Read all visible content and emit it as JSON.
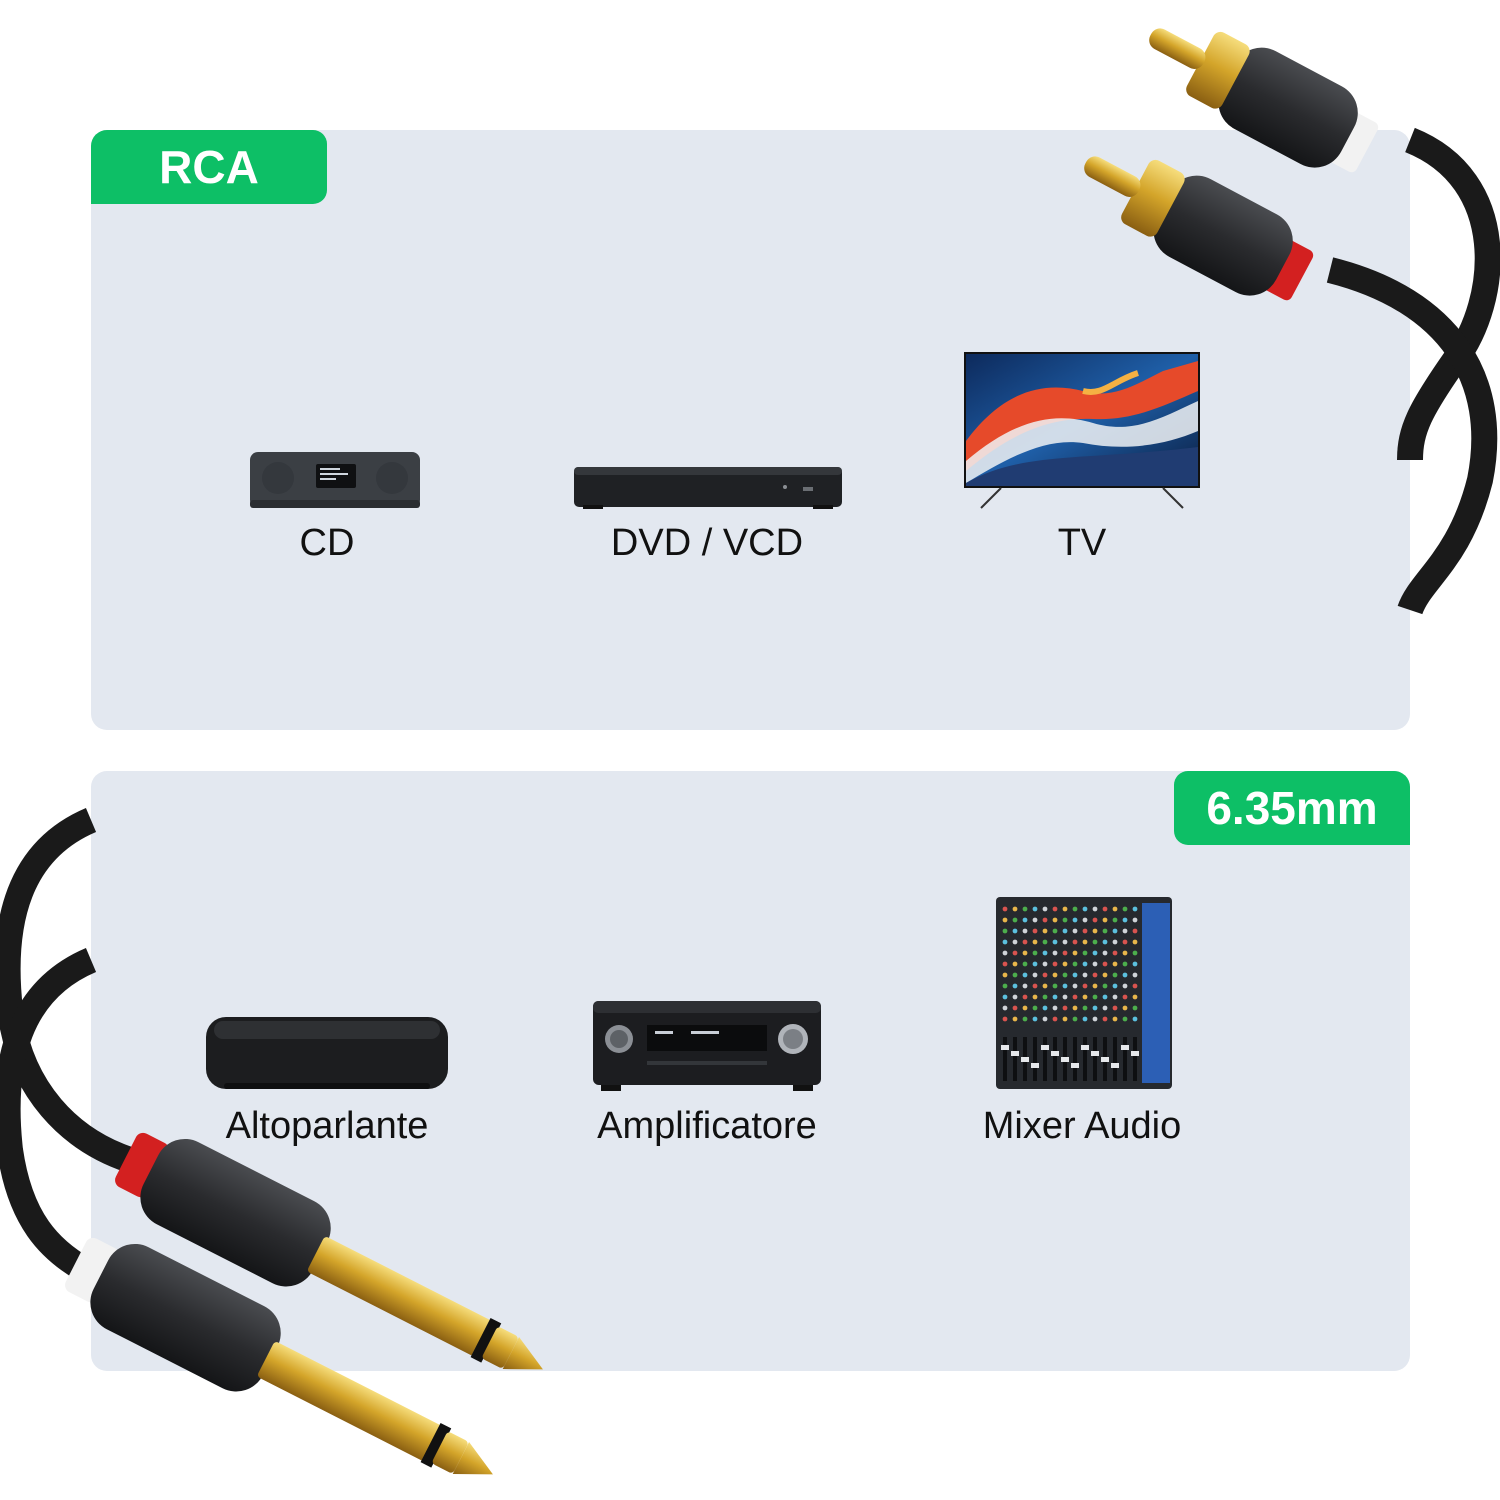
{
  "rca": {
    "tag": "RCA",
    "devices": [
      {
        "label": "CD",
        "icon": "cd-player-icon"
      },
      {
        "label": "DVD / VCD",
        "icon": "dvd-player-icon"
      },
      {
        "label": "TV",
        "icon": "tv-icon"
      }
    ]
  },
  "jack": {
    "tag": "6.35mm",
    "devices": [
      {
        "label": "Altoparlante",
        "icon": "speaker-icon"
      },
      {
        "label": "Amplificatore",
        "icon": "amplifier-icon"
      },
      {
        "label": "Mixer Audio",
        "icon": "audio-mixer-icon"
      }
    ]
  },
  "colors": {
    "accent": "#0dbf66",
    "panel": "#e3e8f0",
    "cable": "#1a1a1a",
    "gold": "#d4a52a",
    "red_ring": "#d32020",
    "white_ring": "#f2f2f2"
  }
}
